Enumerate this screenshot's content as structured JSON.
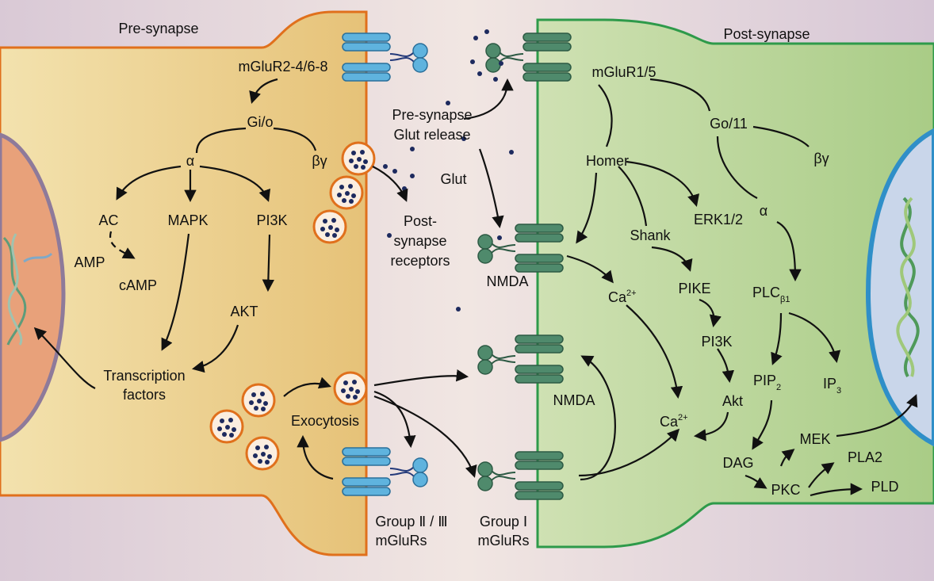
{
  "regions": {
    "pre_title": "Pre-synapse",
    "post_title": "Post-synapse"
  },
  "pre": {
    "receptor": "mGluR2-4/6-8",
    "gio": "Gi/o",
    "alpha": "α",
    "betagamma": "βγ",
    "ac": "AC",
    "mapk": "MAPK",
    "pi3k": "PI3K",
    "amp": "AMP",
    "camp": "cAMP",
    "akt": "AKT",
    "tf_line1": "Transcription",
    "tf_line2": "factors",
    "exocytosis": "Exocytosis"
  },
  "cleft": {
    "release_line1": "Pre-synapse",
    "release_line2": "Glut release",
    "glut": "Glut",
    "psr_line1": "Post-",
    "psr_line2": "synapse",
    "psr_line3": "receptors",
    "nmda_top": "NMDA",
    "nmda_mid": "NMDA",
    "group23_line1": "Group Ⅱ / Ⅲ",
    "group23_line2": "mGluRs",
    "group1_line1": "Group Ⅰ",
    "group1_line2": "mGluRs"
  },
  "post": {
    "receptor": "mGluR1/5",
    "homer": "Homer",
    "go11": "Go/11",
    "betagamma": "βγ",
    "erk": "ERK1/2",
    "alpha": "α",
    "shank": "Shank",
    "pike": "PIKE",
    "pi3k": "PI3K",
    "ca_top": "Ca",
    "ca_top_sup": "2+",
    "ca_mid": "Ca",
    "ca_mid_sup": "2+",
    "plc": "PLC",
    "plc_sub": "β1",
    "pip2": "PIP",
    "pip2_sub": "2",
    "ip3": "IP",
    "ip3_sub": "3",
    "akt": "Akt",
    "dag": "DAG",
    "pkc": "PKC",
    "mek": "MEK",
    "pla2": "PLA2",
    "pld": "PLD"
  },
  "colors": {
    "pre_fill": "#eacd8a",
    "pre_stroke": "#e0701c",
    "post_fill": "#bfd9a0",
    "post_stroke": "#2e9a4a",
    "nucleus_left": "#e8a17a",
    "nucleus_right": "#c9d6ea",
    "receptor_blue": "#5fb3de",
    "receptor_green": "#4f8a6c"
  }
}
